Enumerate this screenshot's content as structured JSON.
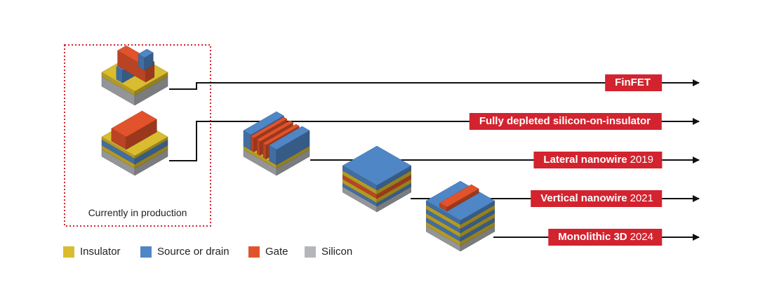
{
  "colors": {
    "insulator": "#d9bc2f",
    "source_drain": "#4f86c6",
    "gate": "#e2532b",
    "silicon": "#b4b6b9",
    "accent": "#d2232f"
  },
  "production_box_label": "Currently in production",
  "legend": [
    {
      "key": "insulator",
      "label": "Insulator"
    },
    {
      "key": "source_drain",
      "label": "Source or drain"
    },
    {
      "key": "gate",
      "label": "Gate"
    },
    {
      "key": "silicon",
      "label": "Silicon"
    }
  ],
  "technologies": [
    {
      "name": "FinFET",
      "year": ""
    },
    {
      "name": "Fully depleted silicon-on-insulator",
      "year": ""
    },
    {
      "name": "Lateral nanowire",
      "year": "2019"
    },
    {
      "name": "Vertical nanowire",
      "year": "2021"
    },
    {
      "name": "Monolithic 3D",
      "year": "2024"
    }
  ]
}
